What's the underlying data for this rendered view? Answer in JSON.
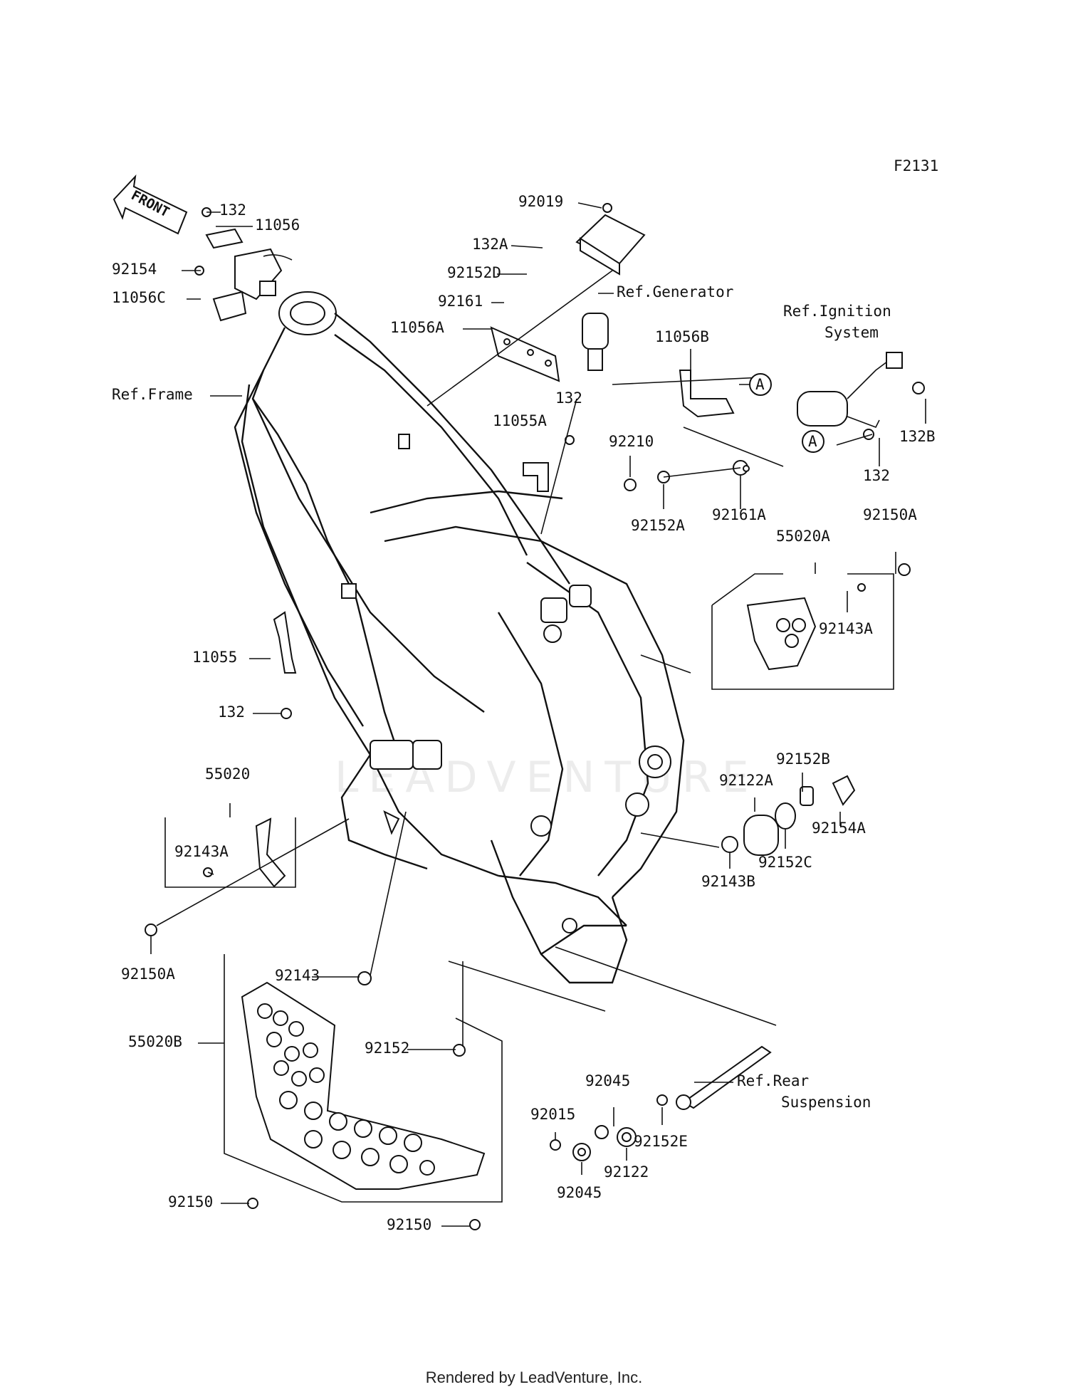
{
  "diagram_code": "F2131",
  "front_label": "FRONT",
  "watermark": "LEADVENTURE",
  "callouts": [
    {
      "id": "c1",
      "text": "132"
    },
    {
      "id": "c2",
      "text": "11056"
    },
    {
      "id": "c3",
      "text": "92154"
    },
    {
      "id": "c4",
      "text": "11056C"
    },
    {
      "id": "c5",
      "text": "Ref.Frame"
    },
    {
      "id": "c6",
      "text": "92019"
    },
    {
      "id": "c7",
      "text": "132A"
    },
    {
      "id": "c8",
      "text": "92152D"
    },
    {
      "id": "c9",
      "text": "Ref.Generator"
    },
    {
      "id": "c10",
      "text": "92161"
    },
    {
      "id": "c11",
      "text": "11056A"
    },
    {
      "id": "c12",
      "text": "Ref.Ignition"
    },
    {
      "id": "c13",
      "text": "System"
    },
    {
      "id": "c14",
      "text": "11056B"
    },
    {
      "id": "c15",
      "text": "A"
    },
    {
      "id": "c16",
      "text": "132"
    },
    {
      "id": "c17",
      "text": "11055A"
    },
    {
      "id": "c18",
      "text": "A"
    },
    {
      "id": "c19",
      "text": "132B"
    },
    {
      "id": "c20",
      "text": "92210"
    },
    {
      "id": "c21",
      "text": "132"
    },
    {
      "id": "c22",
      "text": "92152A"
    },
    {
      "id": "c23",
      "text": "92161A"
    },
    {
      "id": "c24",
      "text": "55020A"
    },
    {
      "id": "c25",
      "text": "92150A"
    },
    {
      "id": "c26",
      "text": "92143A"
    },
    {
      "id": "c27",
      "text": "11055"
    },
    {
      "id": "c28",
      "text": "132"
    },
    {
      "id": "c29",
      "text": "92152B"
    },
    {
      "id": "c30",
      "text": "55020"
    },
    {
      "id": "c31",
      "text": "92122A"
    },
    {
      "id": "c32",
      "text": "92154A"
    },
    {
      "id": "c33",
      "text": "92143A"
    },
    {
      "id": "c34",
      "text": "92152C"
    },
    {
      "id": "c35",
      "text": "92143B"
    },
    {
      "id": "c36",
      "text": "92150A"
    },
    {
      "id": "c37",
      "text": "92143"
    },
    {
      "id": "c38",
      "text": "55020B"
    },
    {
      "id": "c39",
      "text": "92152"
    },
    {
      "id": "c40",
      "text": "92045"
    },
    {
      "id": "c41",
      "text": "Ref.Rear"
    },
    {
      "id": "c42",
      "text": "Suspension"
    },
    {
      "id": "c43",
      "text": "92015"
    },
    {
      "id": "c44",
      "text": "92152E"
    },
    {
      "id": "c45",
      "text": "92122"
    },
    {
      "id": "c46",
      "text": "92045"
    },
    {
      "id": "c47",
      "text": "92150"
    },
    {
      "id": "c48",
      "text": "92150"
    }
  ],
  "footer": "Rendered by LeadVenture, Inc."
}
